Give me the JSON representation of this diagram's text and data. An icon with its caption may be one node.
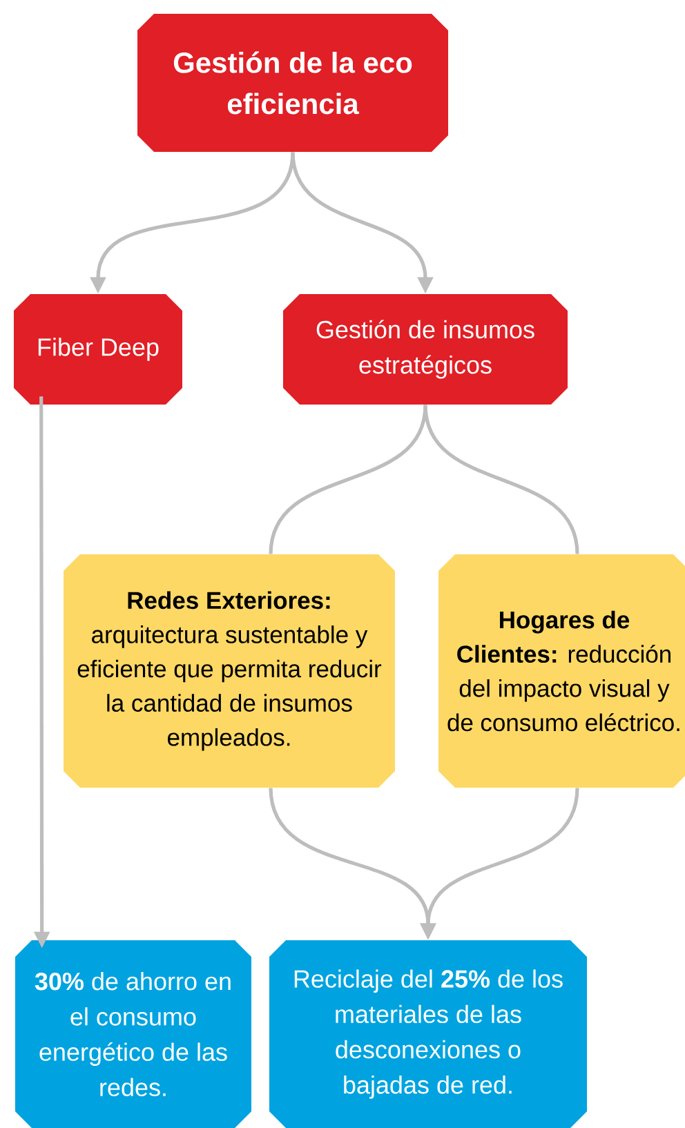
{
  "diagram": {
    "nodes": [
      {
        "text": [
          "Gestión de la eco eficiencia"
        ]
      },
      {
        "text": [
          "Fiber Deep"
        ]
      },
      {
        "text": [
          "Gestión de insumos estratégicos"
        ]
      },
      {
        "text": [
          "**Redes Exteriores:** arquitectura sustentable y eficiente que permita reducir la cantidad de insumos empleados."
        ]
      },
      {
        "text": [
          "**Hogares de Clientes:** reducción del impacto visual y de consumo eléctrico."
        ]
      },
      {
        "text": [
          "**30%** de ahorro en el consumo energético de las redes."
        ]
      },
      {
        "text": [
          "Reciclaje del **25%** de los materiales de las desconexiones o bajadas de red."
        ]
      }
    ],
    "edges": [
      {
        "from": 0,
        "to": 1,
        "arrow": "to"
      },
      {
        "from": 0,
        "to": 2,
        "arrow": "to"
      },
      {
        "from": 2,
        "to": 3,
        "arrow": "none"
      },
      {
        "from": 2,
        "to": 4,
        "arrow": "none"
      },
      {
        "from": 1,
        "to": 5,
        "arrow": "to"
      },
      {
        "from": 3,
        "to": 6,
        "arrow": "to"
      },
      {
        "from": 4,
        "to": 6,
        "arrow": "to"
      }
    ]
  }
}
